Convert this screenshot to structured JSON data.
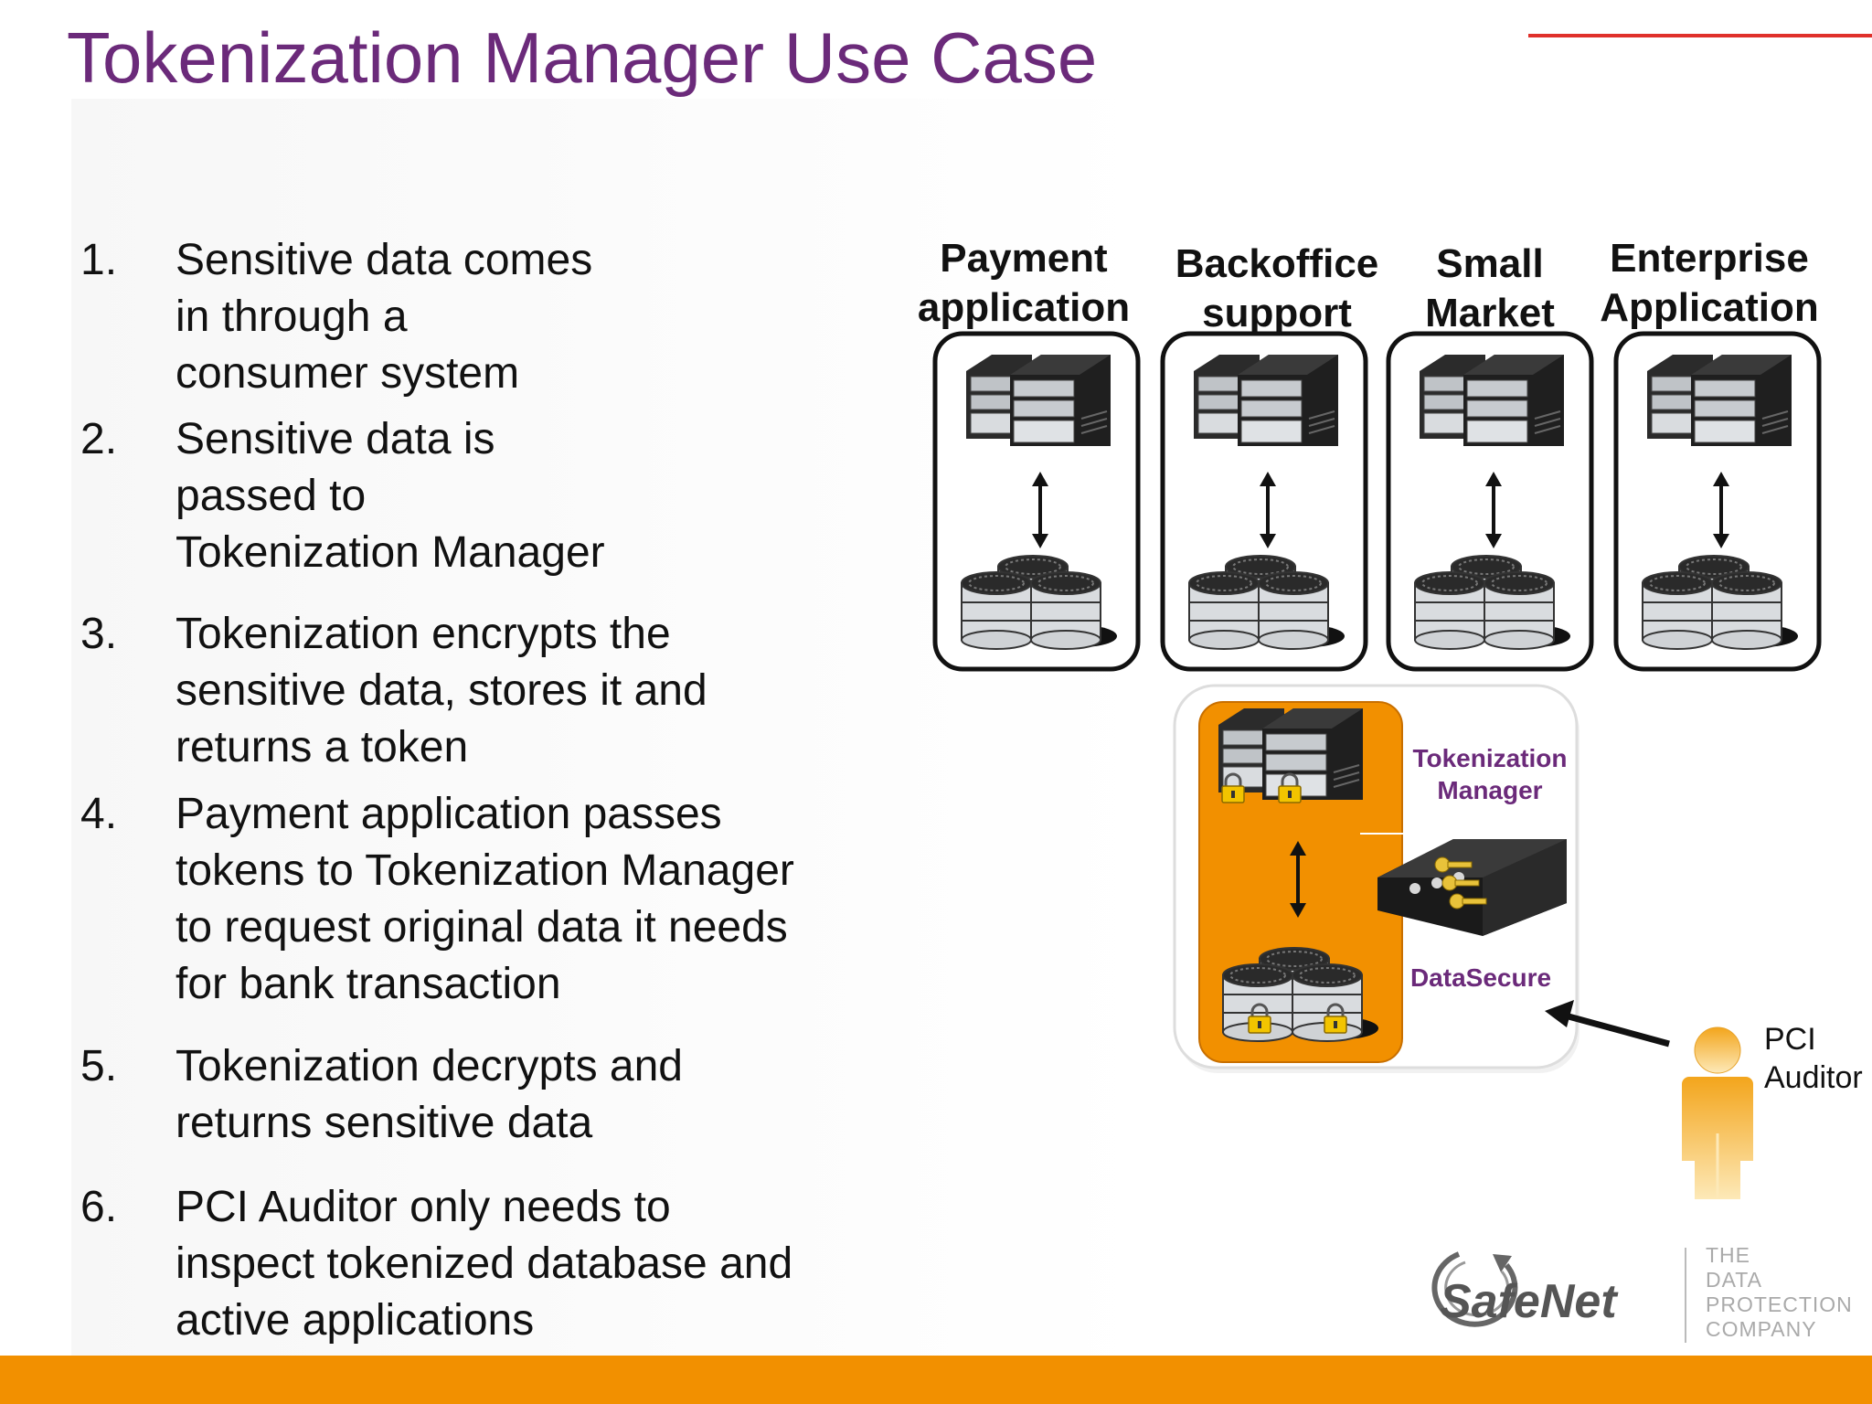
{
  "title": "Tokenization Manager Use Case",
  "steps": [
    {
      "num": "1.",
      "text": "Sensitive data comes\nin through a\nconsumer system"
    },
    {
      "num": "2.",
      "text": "Sensitive data is\npassed to\nTokenization Manager"
    },
    {
      "num": "3.",
      "text": "Tokenization encrypts the\nsensitive data, stores it and\nreturns a token"
    },
    {
      "num": "4.",
      "text": "Payment application passes\ntokens to Tokenization Manager\nto request original data it needs\nfor bank transaction"
    },
    {
      "num": "5.",
      "text": "Tokenization decrypts and\nreturns sensitive data"
    },
    {
      "num": "6.",
      "text": "PCI Auditor only needs to\ninspect tokenized database and\nactive applications"
    }
  ],
  "systems": [
    {
      "label": "Payment\napplication"
    },
    {
      "label": "Backoffice\nsupport"
    },
    {
      "label": "Small\nMarket"
    },
    {
      "label": "Enterprise\nApplication"
    }
  ],
  "tokenization": {
    "manager_label": "Tokenization\nManager",
    "datasecure_label": "DataSecure"
  },
  "auditor_label": "PCI\n Auditor",
  "logo": {
    "brand": "SafeNet",
    "tagline": "THE\nDATA\nPROTECTION\nCOMPANY"
  },
  "colors": {
    "title": "#6b2a7a",
    "accent_line": "#e0302b",
    "footer": "#f29000",
    "tokenization_panel": "#f29000",
    "auditor": "#f6b73c"
  }
}
